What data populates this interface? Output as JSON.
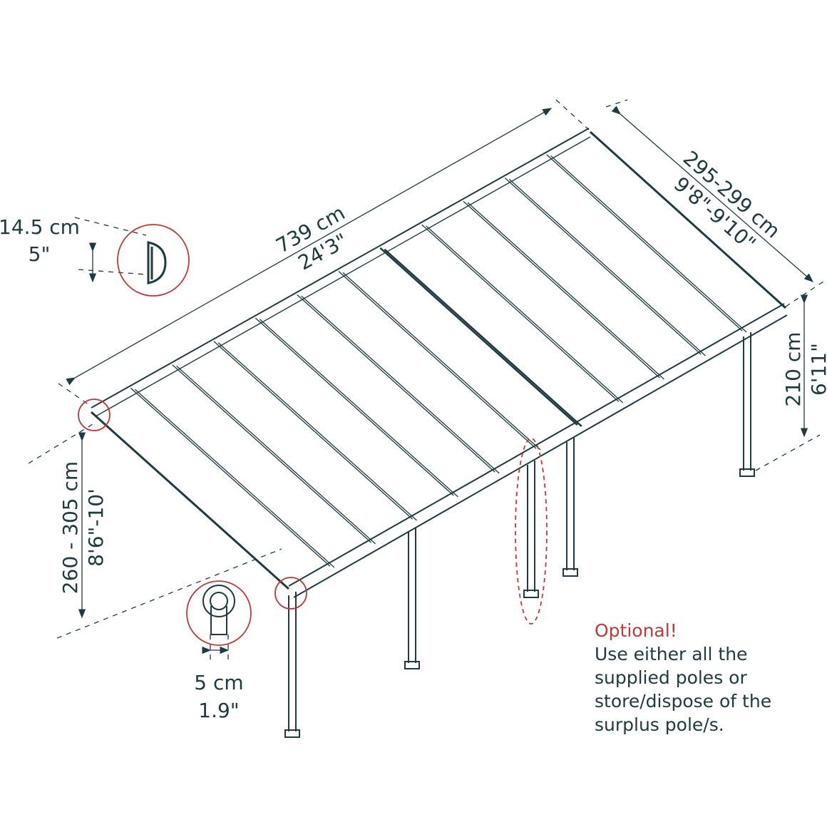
{
  "dimensions": {
    "length": {
      "metric": "739 cm",
      "imperial": "24'3\""
    },
    "width": {
      "metric": "295-299 cm",
      "imperial": "9'8\"-9'10\""
    },
    "front_height": {
      "metric": "210 cm",
      "imperial": "6'11\""
    },
    "back_height": {
      "metric": "260 - 305 cm",
      "imperial": "8'6\"-10'"
    },
    "gutter": {
      "metric": "14.5 cm",
      "imperial": "5\""
    },
    "pole": {
      "metric": "5 cm",
      "imperial": "1.9\""
    }
  },
  "note": {
    "heading": "Optional!",
    "lines": [
      "Use either all the",
      "supplied poles or",
      "store/dispose of the",
      "surplus pole/s."
    ]
  },
  "colors": {
    "line": "#1f3a40",
    "highlight": "#c0393b"
  }
}
